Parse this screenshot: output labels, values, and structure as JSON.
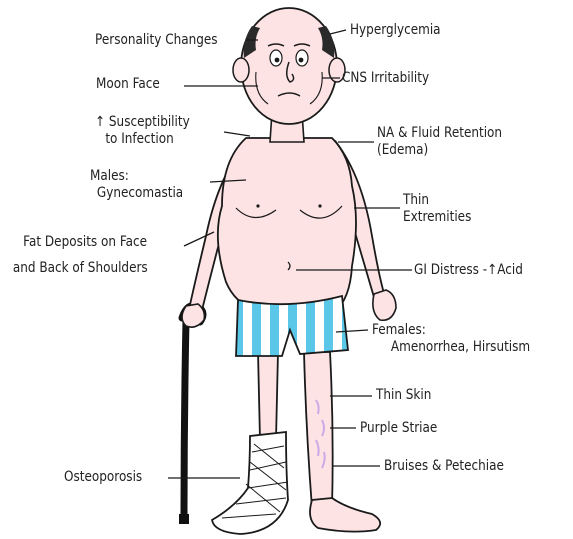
{
  "diagram": {
    "labels": {
      "personality": "Personality Changes",
      "hyperglycemia": "Hyperglycemia",
      "moon_face": "Moon Face",
      "cns": "CNS Irritability",
      "suscept_1": "↑ Susceptibility",
      "suscept_2": "to Infection",
      "na_1": "NA & Fluid Retention",
      "na_2": "(Edema)",
      "males_1": "Males:",
      "males_2": "Gynecomastia",
      "thin_ext_1": "Thin",
      "thin_ext_2": "Extremities",
      "fat_1": "Fat Deposits on Face",
      "fat_2": "and Back of Shoulders",
      "gi": "GI Distress -↑Acid",
      "females_1": "Females:",
      "females_2": "Amenorrhea, Hirsutism",
      "thin_skin": "Thin Skin",
      "striae": "Purple Striae",
      "osteo": "Osteoporosis",
      "bruises": "Bruises & Petechiae"
    },
    "colors": {
      "skin": "#fde3e4",
      "outline": "#1a1a1a",
      "shorts_stripe": "#5bc7e8",
      "hair": "#2a2a2a",
      "cane": "#111111",
      "striae": "#cfa8e8"
    }
  }
}
